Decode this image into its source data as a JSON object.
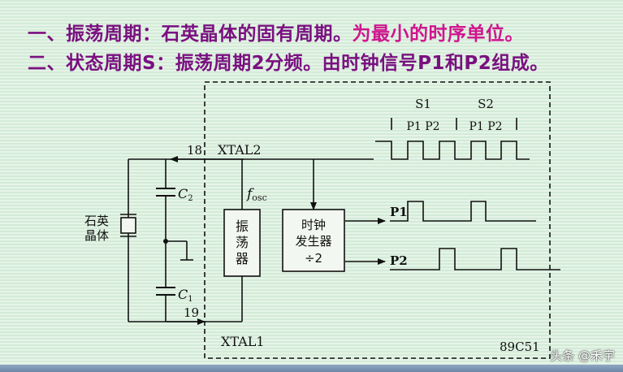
{
  "heading": {
    "line1_main": "一、振荡周期：石英晶体的固有周期。",
    "line1_emph": "为最小的时序单位。",
    "line2": "二、状态周期S：振荡周期2分频。由时钟信号P1和P2组成。"
  },
  "diagram": {
    "pin18": "18",
    "xtal2": "XTAL2",
    "pin19": "19",
    "xtal1": "XTAL1",
    "fosc_f": "f",
    "fosc_sub": "osc",
    "c2_main": "C",
    "c2_sub": "2",
    "c1_main": "C",
    "c1_sub": "1",
    "crystal_line1": "石英",
    "crystal_line2": "晶体",
    "osc_box": [
      "振",
      "荡",
      "器"
    ],
    "clock_box": [
      "时钟",
      "发生器",
      "÷2"
    ],
    "s1": "S1",
    "s2": "S2",
    "p1p2_a": "P1 P2",
    "p1p2_b": "P1 P2",
    "p1_label": "P1",
    "p2_label": "P2",
    "chip": "89C51"
  },
  "watermark": "头条 @禾宇"
}
